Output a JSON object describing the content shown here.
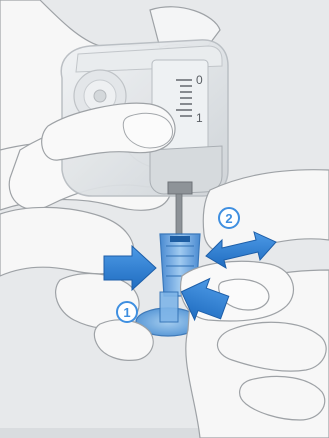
{
  "illustration": {
    "colors": {
      "background": "#e7e9eb",
      "skin_fill": "#f7f7f7",
      "skin_shadow": "#e2e4e6",
      "outline": "#9ea2a6",
      "device_body": "#dde1e4",
      "device_edge": "#b8bdc2",
      "device_dark": "#6d7277",
      "scale_ink": "#5a5f64",
      "needle_blue": "#4a90d9",
      "needle_blue_light": "#8fc0ef",
      "arrow_blue": "#2f7fd3",
      "arrow_edge": "#1d5ea8",
      "step_circle": "#3f8fe0"
    },
    "device": {
      "scale_zero": "0",
      "scale_one": "1"
    },
    "steps": [
      {
        "label": "1"
      },
      {
        "label": "2"
      }
    ]
  }
}
